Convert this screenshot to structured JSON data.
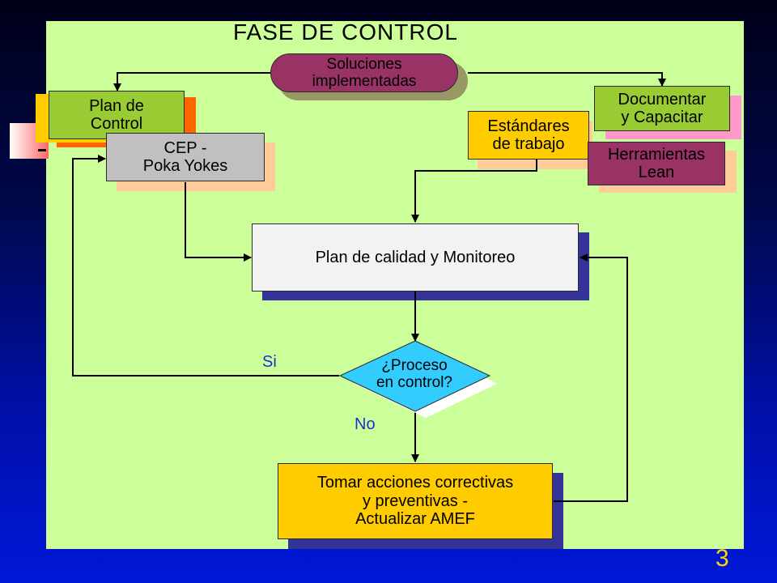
{
  "slide": {
    "title": "FASE DE CONTROL",
    "page_number": "3"
  },
  "nodes": {
    "soluciones": "Soluciones\nimplementadas",
    "plan_control": "Plan de\nControl",
    "cep": "CEP -\nPoka Yokes",
    "estandares": "Estándares\nde trabajo",
    "documentar": "Documentar\ny Capacitar",
    "herramientas": "Herramientas\nLean",
    "plan_calidad": "Plan de calidad y Monitoreo",
    "decision": "¿Proceso\nen control?",
    "acciones": "Tomar acciones correctivas\ny preventivas -\nActualizar AMEF"
  },
  "edge_labels": {
    "yes": "Si",
    "no": "No"
  },
  "colors": {
    "panel": "#ccff99",
    "green_box": "#99cc33",
    "maroon_box": "#993366",
    "orange_box": "#ffcc00",
    "gray_box": "#c0c0c0",
    "white_box": "#f2f2f2",
    "diamond": "#33ccff",
    "shadow": "#333399",
    "label": "#1a33cc",
    "page_number": "#ffd400"
  }
}
